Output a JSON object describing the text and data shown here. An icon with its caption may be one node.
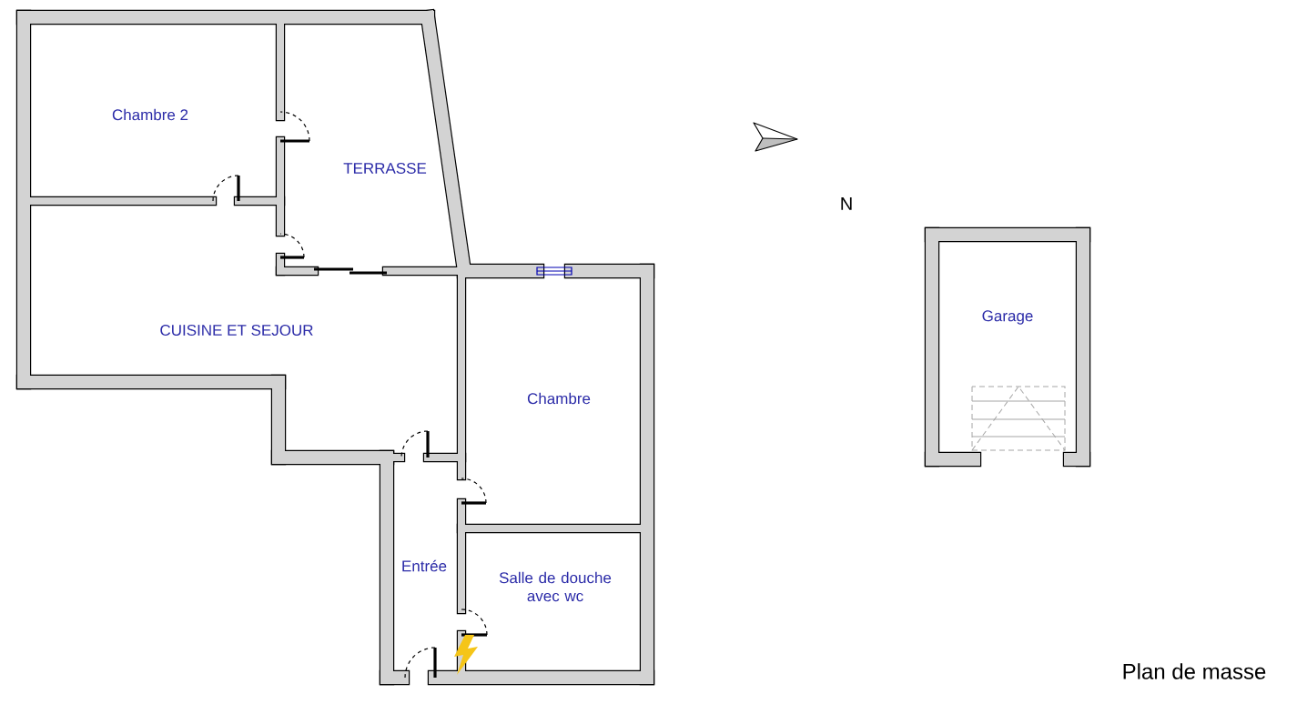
{
  "diagram": {
    "labels": [
      "Chambre 2",
      "TERRASSE",
      "CUISINE  ET SEJOUR",
      "Chambre",
      "Entrée",
      "Salle de douche avec wc",
      "Garage",
      "N",
      "Plan de masse"
    ]
  }
}
